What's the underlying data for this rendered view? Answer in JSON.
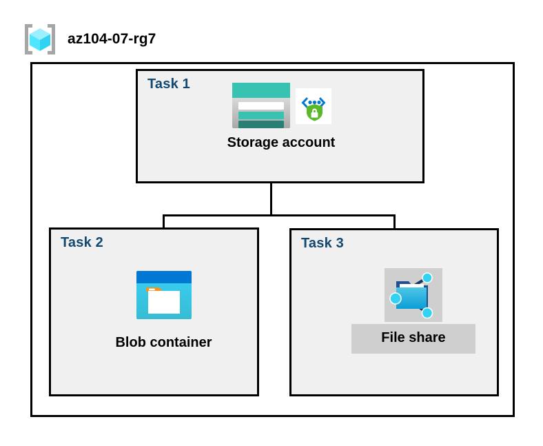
{
  "diagram": {
    "resource_group": {
      "icon": "resource-group-cube-icon",
      "label": "az104-07-rg7"
    },
    "tasks": [
      {
        "id": "task1",
        "title": "Task 1",
        "node": {
          "caption": "Storage account",
          "icons": [
            "storage-account-icon",
            "secure-endpoint-shield-icon"
          ],
          "highlighted": false
        }
      },
      {
        "id": "task2",
        "title": "Task 2",
        "node": {
          "caption": "Blob container",
          "icons": [
            "blob-container-icon"
          ],
          "highlighted": false
        }
      },
      {
        "id": "task3",
        "title": "Task 3",
        "node": {
          "caption": "File share",
          "icons": [
            "file-share-icon"
          ],
          "highlighted": true
        }
      }
    ],
    "connectors": [
      {
        "name": "storage-to-branch-trunk",
        "from": "Storage account",
        "to": "branch"
      },
      {
        "name": "branch-crossbar",
        "from": "branch",
        "to": "branch"
      },
      {
        "name": "branch-to-blob-container",
        "from": "branch",
        "to": "Blob container"
      },
      {
        "name": "branch-to-file-share",
        "from": "branch",
        "to": "File share"
      }
    ],
    "colors": {
      "task_title": "#12486f",
      "task_fill": "#f0f0f0",
      "border": "#000000",
      "canvas": "#ffffff",
      "highlight": "#cfcfcf",
      "storage_teal": "#37c2b1",
      "storage_teal_dark": "#2a7f75",
      "blob_blue_dark": "#0078d4",
      "blob_cyan": "#32c8f0",
      "blob_orange": "#f7941e",
      "shield_green": "#5cb82b",
      "chevron_blue": "#0078d4",
      "cube_cyan": "#50e6ff",
      "bracket_gray": "#a6a6a6"
    }
  }
}
